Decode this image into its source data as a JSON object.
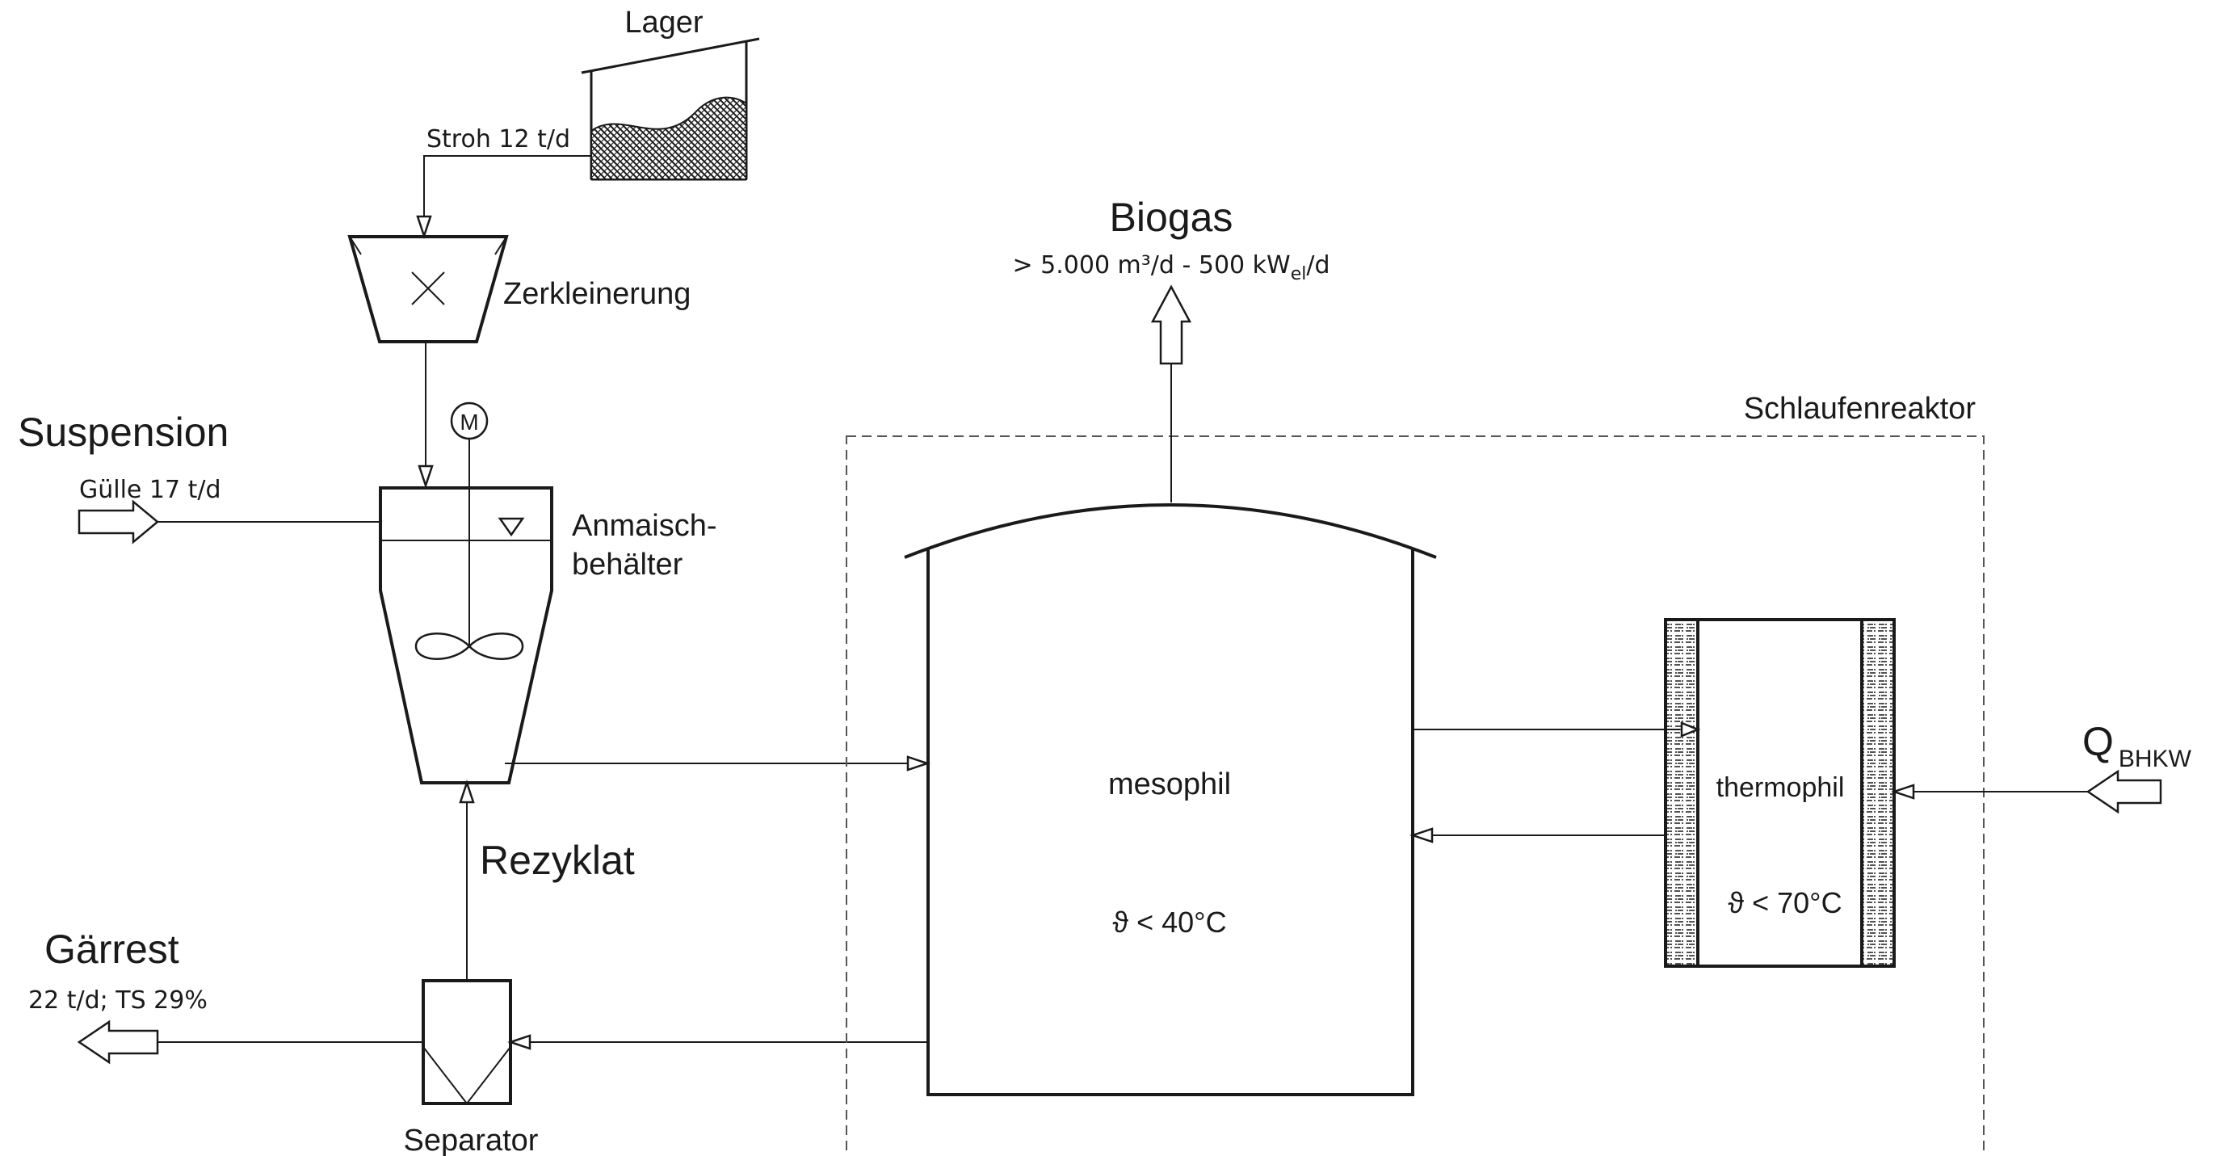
{
  "labels": {
    "lager": "Lager",
    "stroh": "Stroh 12 t/d",
    "zerkleinerung": "Zerkleinerung",
    "suspension": "Suspension",
    "guelle": "Gülle 17 t/d",
    "anmaisch_1": "Anmaisch-",
    "anmaisch_2": "behälter",
    "motor": "M",
    "rezyklat": "Rezyklat",
    "gaerrest": "Gärrest",
    "gaerrest_detail": "22 t/d; TS 29%",
    "separator": "Separator",
    "biogas": "Biogas",
    "biogas_detail_pre": "> 5.000 m³/d - 500 kW",
    "biogas_detail_sub": "el",
    "biogas_detail_post": "/d",
    "schlaufenreaktor": "Schlaufenreaktor",
    "mesophil": "mesophil",
    "meso_temp": "ϑ < 40°C",
    "thermophil": "thermophil",
    "thermo_temp": "ϑ < 70°C",
    "q_main": "Q",
    "q_sub": "BHKW"
  }
}
